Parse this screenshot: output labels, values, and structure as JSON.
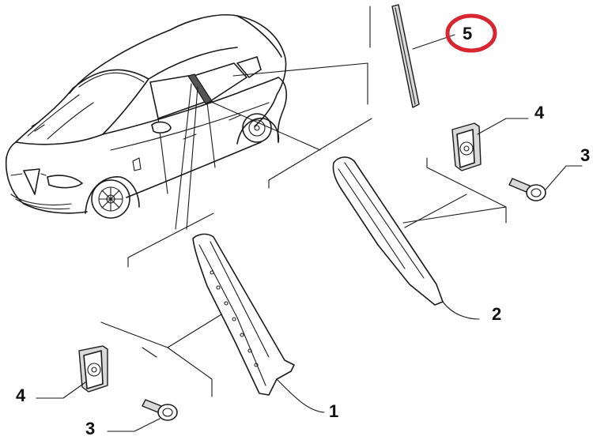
{
  "labels": {
    "part_1": "1",
    "part_2": "2",
    "part_3_top": "3",
    "part_3_bottom": "3",
    "part_4_top": "4",
    "part_4_bottom": "4",
    "part_5": "5"
  },
  "colors": {
    "line": "#1a1a1a",
    "highlight_circle": "#d9252f",
    "part_fill": "#d9d9d9"
  }
}
